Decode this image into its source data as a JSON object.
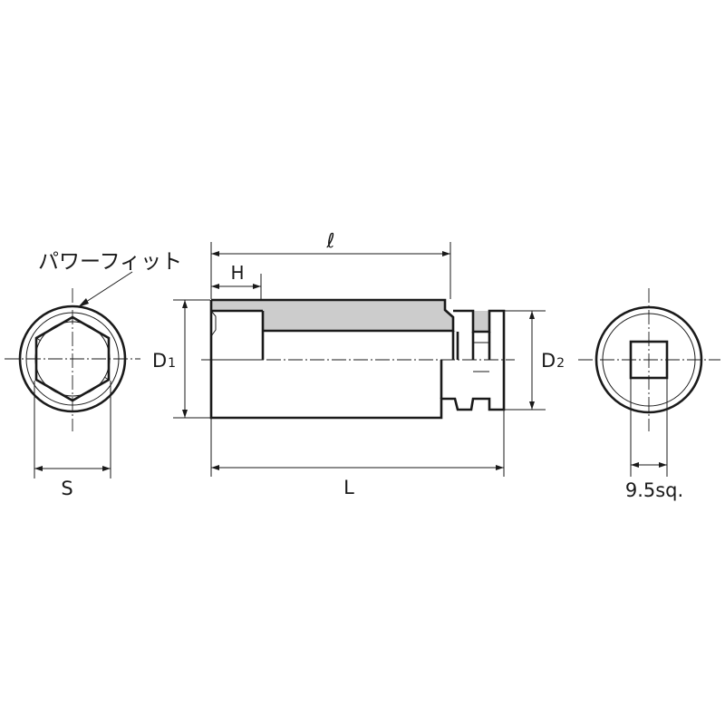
{
  "labels": {
    "power_fit": "パワーフィット",
    "l_small": "ℓ",
    "h": "H",
    "d1_main": "D",
    "d1_sub": "1",
    "d2_main": "D",
    "d2_sub": "2",
    "s": "S",
    "l_big": "L",
    "square": "9.5sq."
  },
  "colors": {
    "line": "#1a1a1a",
    "section_fill": "#cccccc",
    "background": "#ffffff"
  }
}
